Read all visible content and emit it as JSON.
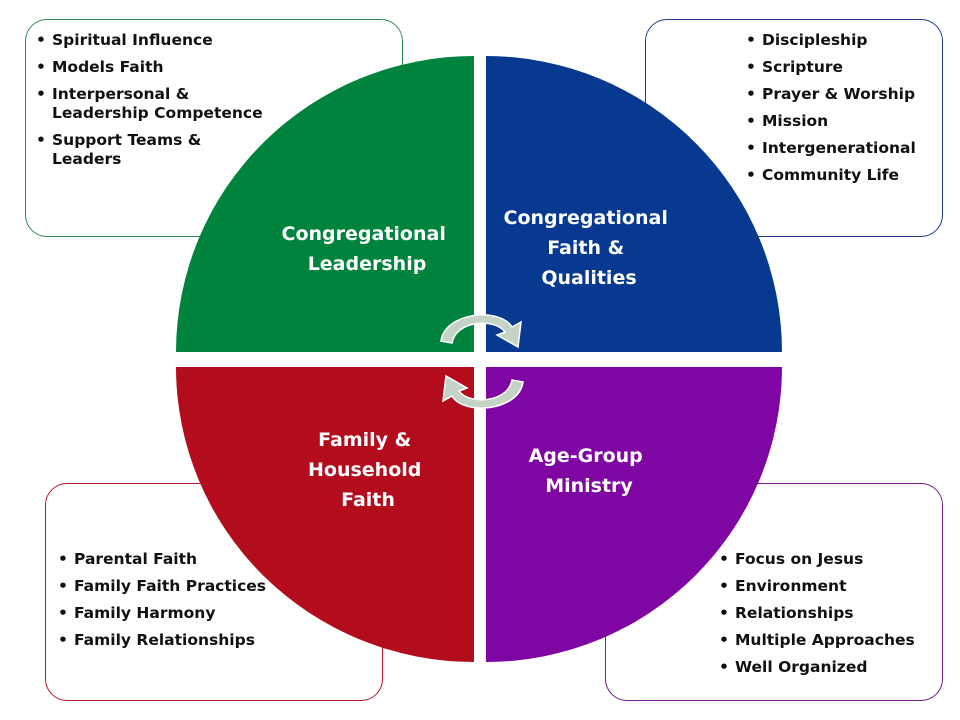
{
  "quadrants": {
    "top_left": {
      "title_lines": [
        "Congregational",
        "Leadership"
      ],
      "color": "#00843d",
      "items": [
        "Spiritual Influence",
        "Models Faith",
        "Interpersonal & Leadership Competence",
        "Support Teams & Leaders"
      ]
    },
    "top_right": {
      "title_lines": [
        "Congregational",
        "Faith &",
        "Qualities"
      ],
      "color": "#06398f",
      "items": [
        "Discipleship",
        "Scripture",
        "Prayer & Worship",
        "Mission",
        "Intergenerational",
        "Community  Life"
      ]
    },
    "bottom_left": {
      "title_lines": [
        "Family &",
        "Household",
        "Faith"
      ],
      "color": "#b30c1c",
      "items": [
        "Parental Faith",
        "Family Faith Practices",
        "Family Harmony",
        "Family Relationships"
      ]
    },
    "bottom_right": {
      "title_lines": [
        "Age-Group",
        "Ministry"
      ],
      "color": "#7f06a3",
      "items": [
        "Focus on Jesus",
        "Environment",
        "Relationships",
        "Multiple  Approaches",
        "Well Organized"
      ]
    }
  },
  "center_icon": "circular-arrows-icon",
  "arrow_color": "#c4d3c6"
}
